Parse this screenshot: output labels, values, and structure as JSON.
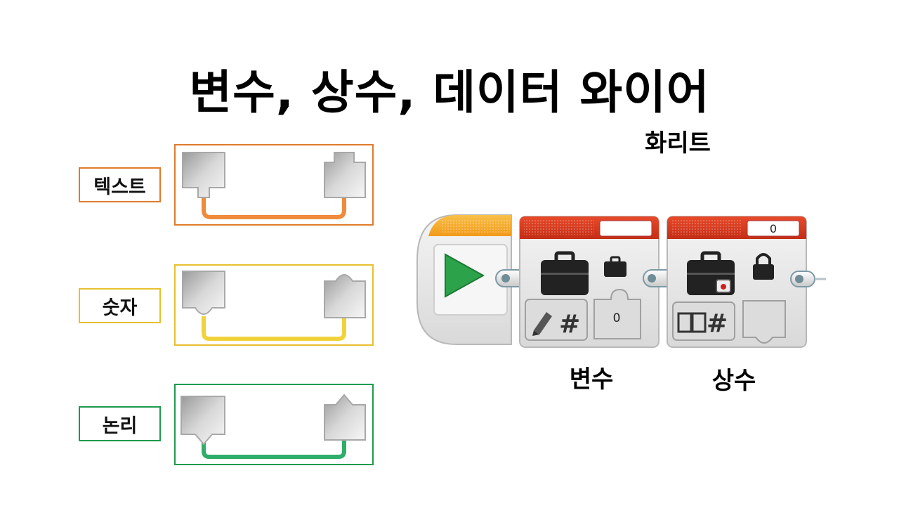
{
  "title": "변수, 상수, 데이터 와이어",
  "subtitle": "화리트",
  "wires": [
    {
      "label": "텍스트",
      "color": "#e07b2a",
      "wire_color": "#f08a3c"
    },
    {
      "label": "숫자",
      "color": "#e8c02e",
      "wire_color": "#f2d23a"
    },
    {
      "label": "논리",
      "color": "#1e9a4e",
      "wire_color": "#2eae6a"
    }
  ],
  "blocks": {
    "variable_label": "변수",
    "constant_label": "상수",
    "variable_output_value": "0",
    "constant_value": "0",
    "variable_name_value": "",
    "icons": [
      "play-icon",
      "briefcase-icon",
      "small-briefcase-icon",
      "pencil-icon",
      "hash-icon",
      "lock-icon",
      "book-icon"
    ]
  },
  "colors": {
    "start_header": "#f5a623",
    "block_header": "#d63b1f",
    "block_body": "#e9e9e9",
    "play_green": "#2ca34a"
  }
}
